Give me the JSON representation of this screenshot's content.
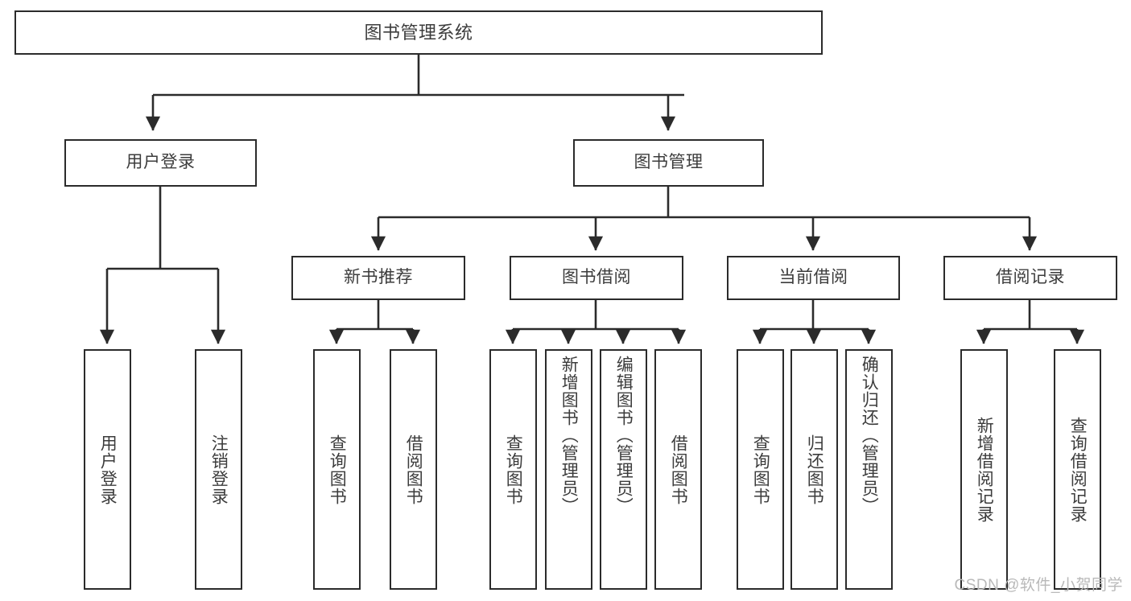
{
  "diagram": {
    "title": "图书管理系统",
    "type": "tree",
    "style": {
      "box_border_color": "#2b2b2b",
      "box_fill_color": "#ffffff",
      "text_color": "#3c3c3c",
      "connector_color": "#2b2b2b",
      "background_color": "#ffffff"
    },
    "root": {
      "label": "图书管理系统"
    },
    "tier2": [
      {
        "label": "用户登录"
      },
      {
        "label": "图书管理"
      }
    ],
    "tier3": [
      {
        "label": "新书推荐"
      },
      {
        "label": "图书借阅"
      },
      {
        "label": "当前借阅"
      },
      {
        "label": "借阅记录"
      }
    ],
    "leaves": {
      "user_login": [
        {
          "label": "用户登录"
        },
        {
          "label": "注销登录"
        }
      ],
      "new_book_recommend": [
        {
          "label": "查询图书"
        },
        {
          "label": "借阅图书"
        }
      ],
      "book_borrow": [
        {
          "label": "查询图书"
        },
        {
          "label": "新增图书（管理员）"
        },
        {
          "label": "编辑图书（管理员）"
        },
        {
          "label": "借阅图书"
        }
      ],
      "current_borrow": [
        {
          "label": "查询图书"
        },
        {
          "label": "归还图书"
        },
        {
          "label": "确认归还（管理员）"
        }
      ],
      "borrow_record": [
        {
          "label": "新增借阅记录"
        },
        {
          "label": "查询借阅记录"
        }
      ]
    }
  },
  "watermark": {
    "text": "CSDN @软件_小贺同学"
  }
}
